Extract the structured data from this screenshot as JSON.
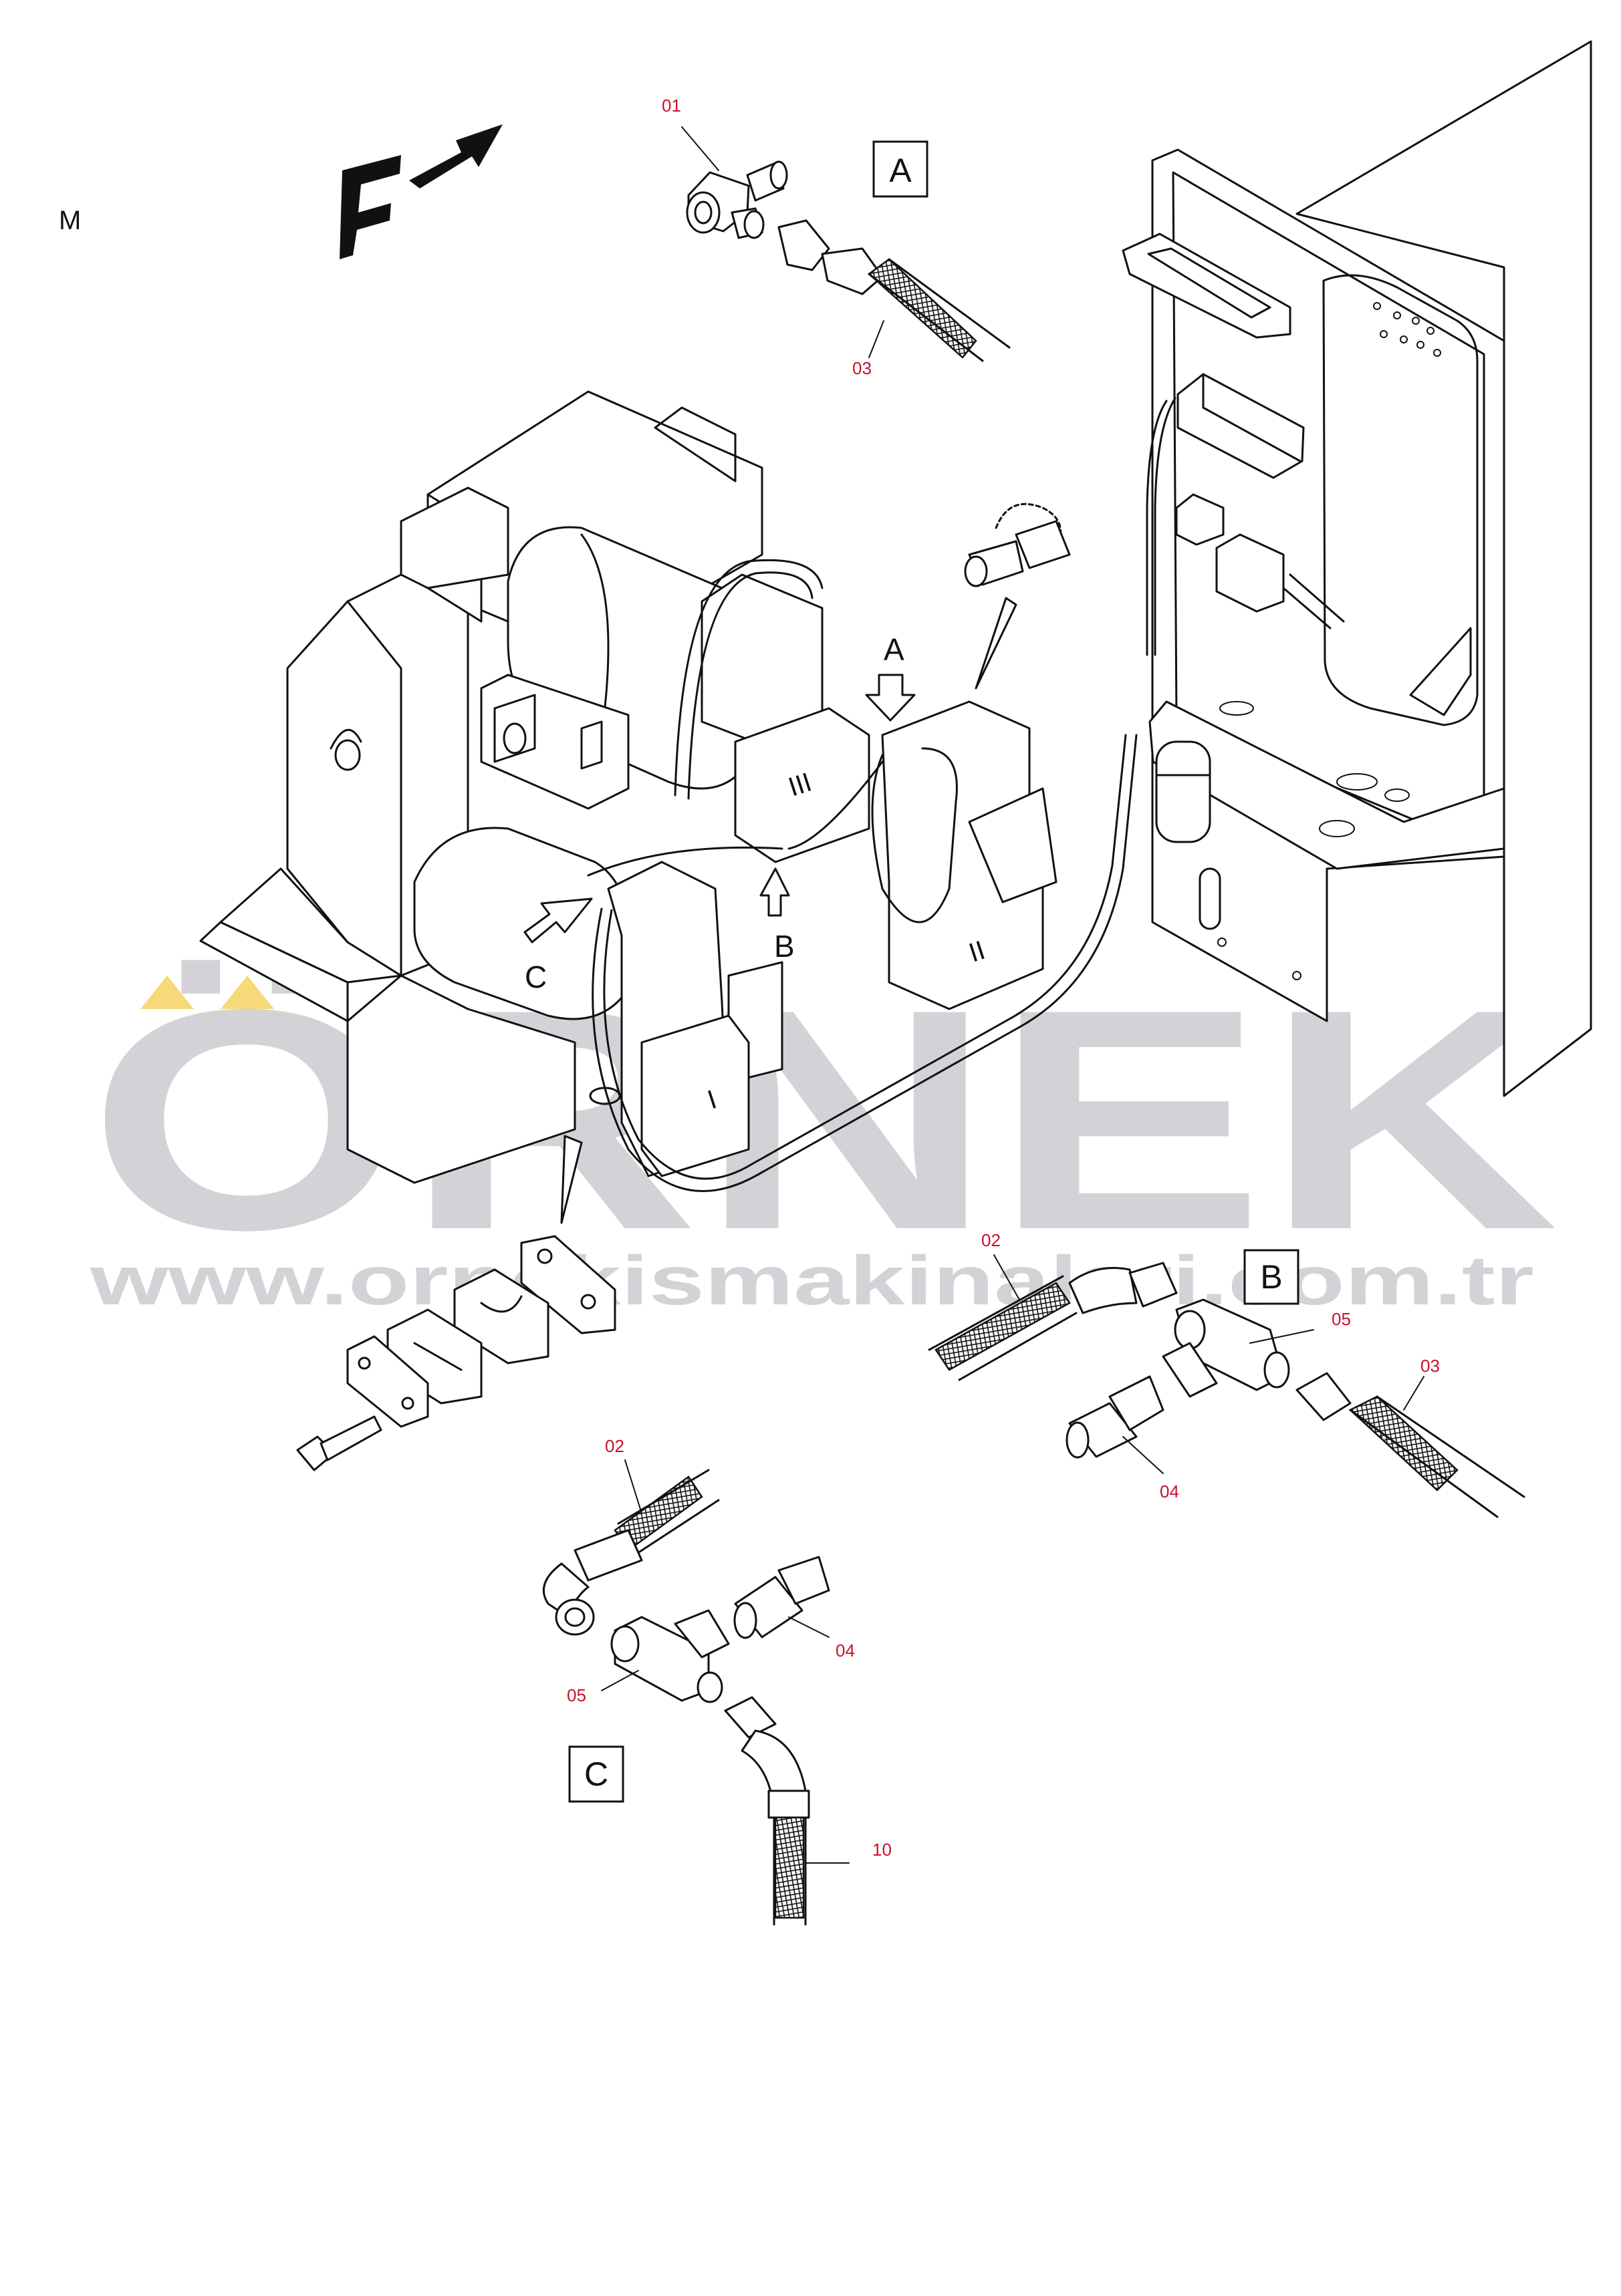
{
  "watermark": {
    "brand": "ÖRNEK",
    "url": "www.ornekismakinalari.com.tr",
    "text_color": "#d4d2d6",
    "accent_color": "#f7d979"
  },
  "header": {
    "view_letter": "M",
    "direction_letter": "F"
  },
  "detail_boxes": {
    "a": "A",
    "b": "B",
    "c": "C"
  },
  "pointer_labels": {
    "a": "A",
    "b": "B",
    "c": "C"
  },
  "roman_numerals": {
    "i": "I",
    "ii": "II",
    "iii": "III"
  },
  "part_callouts": {
    "detail_a": [
      "01",
      "03"
    ],
    "detail_b": [
      "02",
      "05",
      "03",
      "04"
    ],
    "detail_c": [
      "02",
      "04",
      "05",
      "10"
    ]
  },
  "callout_color": "#c8102e"
}
